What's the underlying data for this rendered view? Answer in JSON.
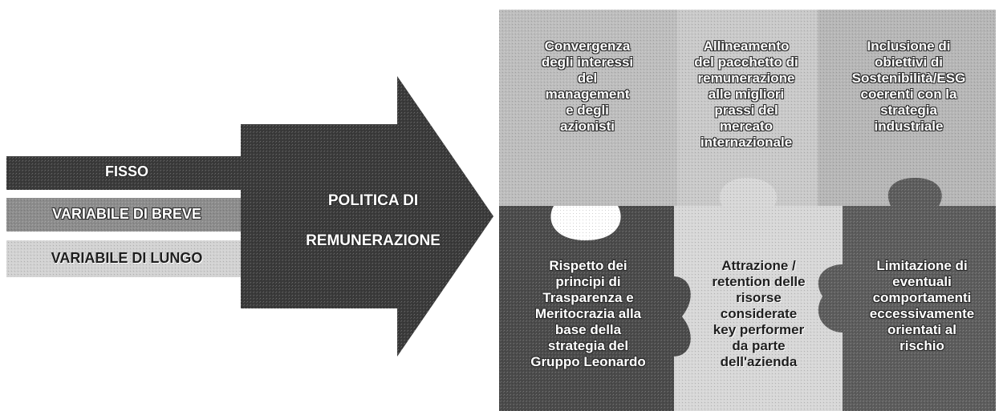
{
  "bars": {
    "fisso": "FISSO",
    "variabile_breve": "VARIABILE DI BREVE",
    "variabile_lungo": "VARIABILE DI LUNGO"
  },
  "arrow": {
    "line1": "POLITICA DI",
    "line2": "REMUNERAZIONE"
  },
  "puzzle": {
    "top_left": "Convergenza\ndegli interessi\ndel\nmanagement\ne degli\nazionisti",
    "top_center": "Allineamento\ndel pacchetto di\nremunerazione\nalle migliori\nprassi del\nmercato\ninternazionale",
    "top_right": "Inclusione di\nobiettivi di\nSostenibilità/ESG\ncoerenti con la\nstrategia\nindustriale",
    "bottom_left": "Rispetto dei\nprincipi di\nTrasparenza e\nMeritocrazia alla\nbase della\nstrategia del\nGruppo Leonardo",
    "bottom_center": "Attrazione /\nretention delle\nrisorse\nconsiderate\nkey performer\nda parte\ndell'azienda",
    "bottom_right": "Limitazione di\neventuali\ncomportamenti\neccessivamente\norientati al\nrischio"
  },
  "colors": {
    "dark_gray": "#3a3a3a",
    "mid_gray": "#8c8c8c",
    "light_gray": "#c8c8c8",
    "puzzle_light": "#bdbdbd",
    "puzzle_dark": "#4a4a4a"
  }
}
